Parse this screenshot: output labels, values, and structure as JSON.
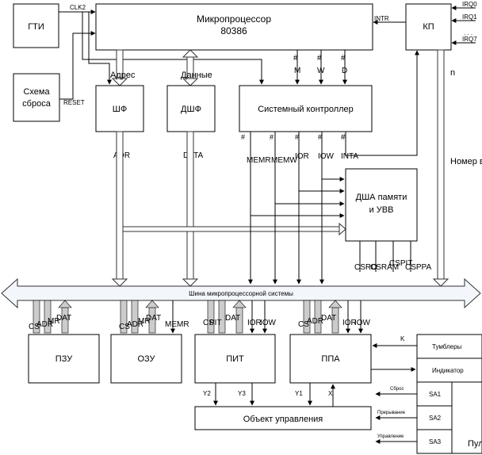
{
  "blocks": {
    "gti": "ГТИ",
    "cpu_line1": "Микропроцессор",
    "cpu_line2": "80386",
    "kp": "КП",
    "reset_line1": "Схема",
    "reset_line2": "сброса",
    "shf": "ШФ",
    "dshf": "ДШФ",
    "syscontroller": "Системный контроллер",
    "dsha_line1": "ДША памяти",
    "dsha_line2": "и УВВ",
    "pzu": "ПЗУ",
    "ozu": "ОЗУ",
    "pit": "ПИТ",
    "ppa": "ППА",
    "object": "Объект управления",
    "tumblers": "Тумблеры",
    "indicator": "Индикатор",
    "sa1": "SA1",
    "sa2": "SA2",
    "sa3": "SA3",
    "console": "Пул"
  },
  "signals": {
    "clk2": "CLK2",
    "reset": "RESET",
    "intr": "INTR",
    "irq0": "IRQ0",
    "irq1": "IRQ1",
    "irq_dots": ". . .",
    "irq7": "IRQ7",
    "n": "n",
    "adres": "Адрес",
    "dannye": "Данные",
    "cpu_m": "M",
    "cpu_w": "W",
    "cpu_d": "D",
    "hash": "#",
    "adr": "ADR",
    "data": "DATA",
    "memr": "MEMR",
    "memw": "MEMW",
    "ior": "IOR",
    "iow": "IOW",
    "inta": "INTA",
    "nomer": "Номер в",
    "csro": "CSRO",
    "csram": "CSRAM",
    "cspit": "CSPIT",
    "csppa": "CSPPA",
    "bus_title": "Шина микропроцессорной системы",
    "pzu_sigs": [
      "CS",
      "ADR",
      "MR",
      "DAT"
    ],
    "ozu_sigs": [
      "CS",
      "ADR",
      "MR",
      "DAT",
      "MEMR"
    ],
    "pit_sigs": [
      "CS",
      "PIT",
      "DAT",
      "IOR",
      "IOW"
    ],
    "ppa_sigs": [
      "CS",
      "ADR",
      "DAT",
      "IOR",
      "IOW"
    ],
    "k": "K",
    "y2": "Y2",
    "y3": "Y3",
    "y1": "Y1",
    "x": "X",
    "sbros": "Сброс",
    "preryvanie": "Прерывание",
    "upravlenie": "Управление"
  }
}
